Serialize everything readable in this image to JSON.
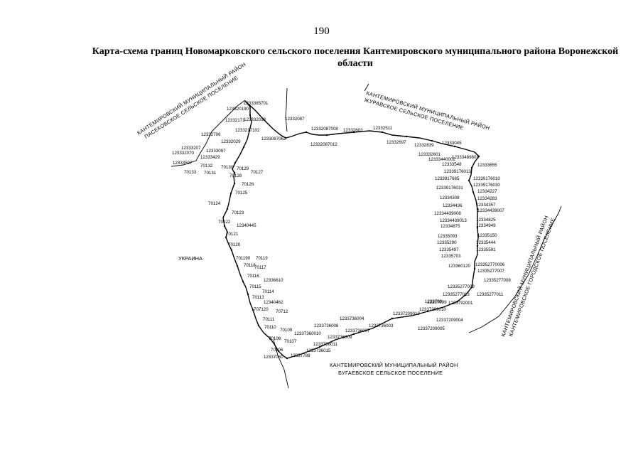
{
  "page": {
    "number": "190",
    "title": "Карта-схема границ Новомарковского сельского поселения Кантемировского муниципального района Воронежской области"
  },
  "regions": {
    "nw_line1": "КАНТЕМИРОВСКИЙ МУНИЦИПАЛЬНЫЙ РАЙОН",
    "nw_line2": "ПАСЕКОВСКОЕ СЕЛЬСКОЕ ПОСЕЛЕНИЕ",
    "ne_line1": "КАНТЕМИРОВСКИЙ МУНИЦИПАЛЬНЫЙ РАЙОН",
    "ne_line2": "ЖУРАВСКОЕ СЕЛЬСКОЕ ПОСЕЛЕНИЕ",
    "e_line1": "КАНТЕМИРОВСКИЙ МУНИЦИПАЛЬНЫЙ РАЙОН",
    "e_line2": "КАНТЕМИРОВСКОЕ ГОРОДСКОЕ ПОСЕЛЕНИЕ",
    "s_line1": "КАНТЕМИРОВСКИЙ МУНИЦИПАЛЬНЫЙ РАЙОН",
    "s_line2": "БУГАЕВСКОЕ СЕЛЬСКОЕ ПОСЕЛЕНИЕ",
    "west": "УКРАИНА"
  },
  "points": [
    "1233385701",
    "123332019",
    "123320190",
    "12332171",
    "1233217102",
    "12332706",
    "12332029",
    "12333207",
    "123332070",
    "12333097",
    "12333429",
    "12333597",
    "70132",
    "70130",
    "70129",
    "70133",
    "70131",
    "70127",
    "70128",
    "70126",
    "70125",
    "70124",
    "70123",
    "70122",
    "12340445",
    "70121",
    "70120",
    "70119",
    "701190",
    "70117",
    "70118",
    "70116",
    "12336610",
    "70115",
    "70114",
    "70113",
    "12340462",
    "70712",
    "707120",
    "70111",
    "70110",
    "70109",
    "70108",
    "70107",
    "70106",
    "12337060",
    "12337788",
    "1233736015",
    "1233736011",
    "1233736009",
    "12337360010",
    "1233736008",
    "1233736007",
    "1233736004",
    "1233736003",
    "12337209012",
    "12337209004",
    "12337209005",
    "12337209010",
    "1233709",
    "1233792001",
    "12332087",
    "12332087008",
    "12332603",
    "12332511",
    "1233087062",
    "12332087012",
    "12332697",
    "12332839",
    "12333045",
    "123332601",
    "12333440002",
    "12333548",
    "12333489801",
    "12333655",
    "12339176013",
    "1233917685",
    "12339176010",
    "12339176030",
    "12339176031",
    "12334227",
    "12334283",
    "12334308",
    "12334357",
    "12334436",
    "12334439007",
    "12334439008",
    "12334439013",
    "12334825",
    "12334875",
    "12334949",
    "12335093",
    "12335150",
    "12335290",
    "12335444",
    "12335497",
    "12335591",
    "12335703",
    "123360120",
    "123352770006",
    "12335277007",
    "12335277008",
    "12335277009",
    "12335277013",
    "12335277011",
    "12337099"
  ]
}
